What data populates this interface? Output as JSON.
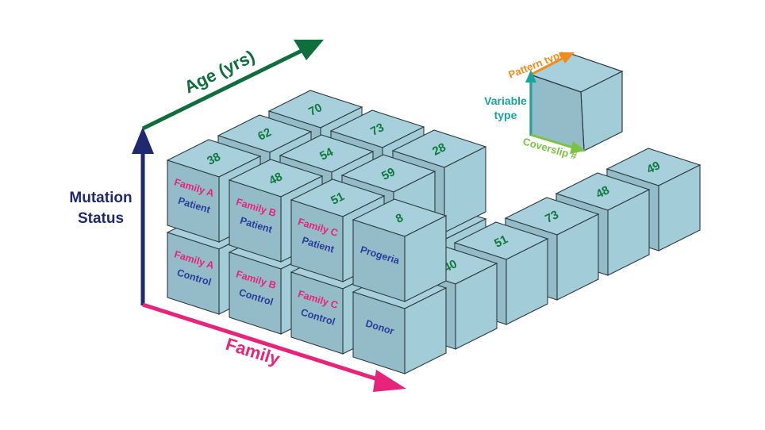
{
  "axes": {
    "age": {
      "label": "Age (yrs)",
      "color": "#0f6e3c"
    },
    "mutation": {
      "label_line1": "Mutation",
      "label_line2": "Status",
      "color": "#1f2a6e"
    },
    "family": {
      "label": "Family",
      "color": "#e8237a"
    }
  },
  "legend": {
    "pattern_type": {
      "label": "Pattern type",
      "color": "#f08c1e"
    },
    "variable_type": {
      "label_line1": "Variable",
      "label_line2": "type",
      "color": "#1aa59c"
    },
    "coverslip": {
      "label": "Coverslip #",
      "color": "#7cc242"
    }
  },
  "colors": {
    "front_face": "#93bcc8",
    "top_face": "#a7d0dc",
    "side_face": "#a2ccd8",
    "edge": "#2b3a40",
    "age_text": "#0f7a3c",
    "family_text": "#e8237a",
    "status_text": "#2a3c9a"
  },
  "cubes": {
    "patient_row": [
      {
        "family": "Family A",
        "status": "Patient",
        "ages": [
          "38",
          "62",
          "70"
        ]
      },
      {
        "family": "Family B",
        "status": "Patient",
        "ages": [
          "48",
          "54",
          "73"
        ]
      },
      {
        "family": "Family C",
        "status": "Patient",
        "ages": [
          "51",
          "59",
          "28"
        ]
      },
      {
        "family": "",
        "status": "Progeria",
        "ages": [
          "8"
        ]
      }
    ],
    "control_row": [
      {
        "family": "Family A",
        "status": "Control"
      },
      {
        "family": "Family B",
        "status": "Control"
      },
      {
        "family": "Family C",
        "status": "Control"
      },
      {
        "family": "",
        "status": "Donor"
      }
    ],
    "donor_ages": [
      "40",
      "51",
      "73",
      "48",
      "49"
    ]
  }
}
